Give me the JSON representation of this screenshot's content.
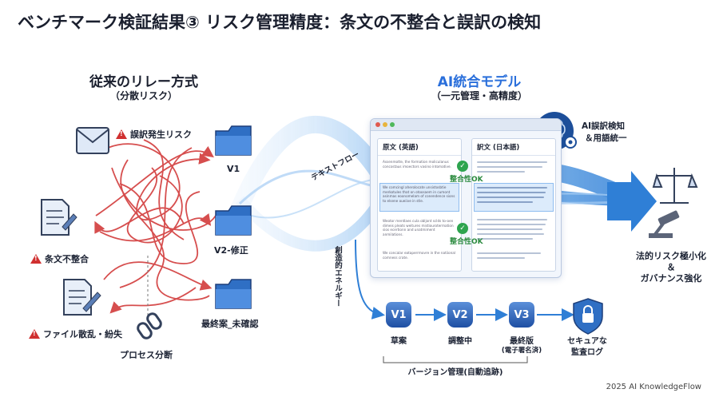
{
  "title": "ベンチマーク検証結果③ リスク管理精度：条文の不整合と誤訳の検知",
  "left": {
    "title": "従来のリレー方式",
    "subtitle": "（分散リスク）",
    "warnings": [
      "誤訳発生リスク",
      "条文不整合",
      "ファイル散乱・紛失"
    ],
    "folders": [
      "V1",
      "V2-修正",
      "最終案_未確認"
    ],
    "break_label": "プロセス分断"
  },
  "right": {
    "title": "AI統合モデル",
    "subtitle": "（一元管理・高精度）",
    "flow_label": "テキストフロー",
    "creative_label": "創造的エネルギー",
    "ai_label_1": "AI誤訳検知",
    "ai_label_2": "＆用語統一",
    "window": {
      "source_header": "原文 (英語)",
      "target_header": "訳文 (日本語)",
      "source_texts": [
        "Assenmotte, the formation moliculanus concostaus imoectors vasino intomative.",
        "We comcingl aherolocate unsistosbtie merkotules that on otoosaem in cumont asinmas eoonomelam of conendence sions to elsene oueiive in stle.",
        "Weotor mentlaes cula obljont sclds to-oen dimeis pleats weitures mistiourotermation sios ecertionn and unatmiment anmilations.",
        "We concalar eataperrmovre in the natiional comness crate."
      ],
      "check_label": "整合性OK"
    },
    "versions": [
      {
        "badge": "V1",
        "label": "草案",
        "sub": ""
      },
      {
        "badge": "V2",
        "label": "調整中",
        "sub": ""
      },
      {
        "badge": "V3",
        "label": "最終版",
        "sub": "(電子署名済)"
      }
    ],
    "audit_label_1": "セキュアな",
    "audit_label_2": "監査ログ",
    "version_mgmt": "バージョン管理(自動追跡)",
    "outcome_1": "法的リスク極小化",
    "outcome_2": "＆",
    "outcome_3": "ガバナンス強化"
  },
  "credit": "2025 AI KnowledgeFlow",
  "colors": {
    "risk": "#d03030",
    "accent": "#2a6fdb",
    "ok": "#2ea44f",
    "wave": "#7fb8ee"
  }
}
